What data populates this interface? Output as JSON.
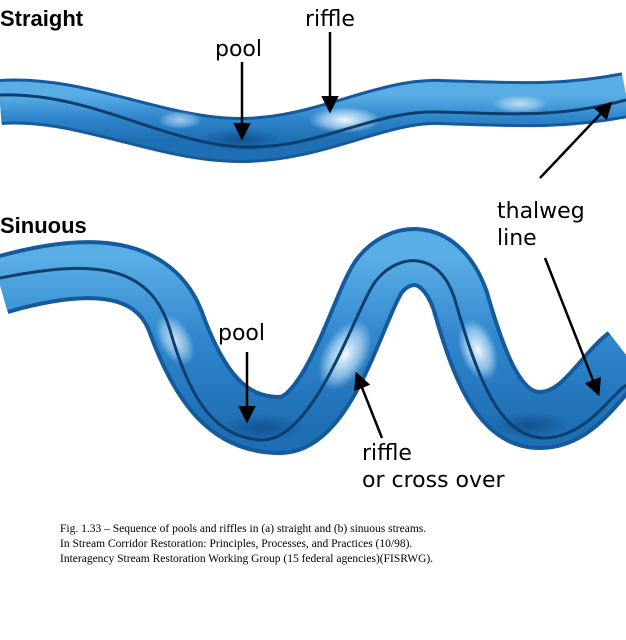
{
  "headings": {
    "straight": "Straight",
    "sinuous": "Sinuous"
  },
  "labels": {
    "straight_pool": "pool",
    "straight_riffle": "riffle",
    "thalweg_line1": "thalweg",
    "thalweg_line2": "line",
    "sinuous_pool": "pool",
    "sinuous_riffle_line1": "riffle",
    "sinuous_riffle_line2": "or cross over"
  },
  "caption": {
    "line1": "Fig. 1.33 – Sequence of pools and riffles in (a) straight and (b) sinuous streams.",
    "line2": "In Stream Corridor Restoration:  Principles, Processes, and Practices (10/98).",
    "line3": "Interagency Stream Restoration Working Group (15 federal agencies)(FISRWG)."
  },
  "colors": {
    "channel": "#2f86cc",
    "channel_edge": "#145a9c",
    "thalweg": "#0d3f6e",
    "riffle_highlight": "#e6f4ff"
  }
}
